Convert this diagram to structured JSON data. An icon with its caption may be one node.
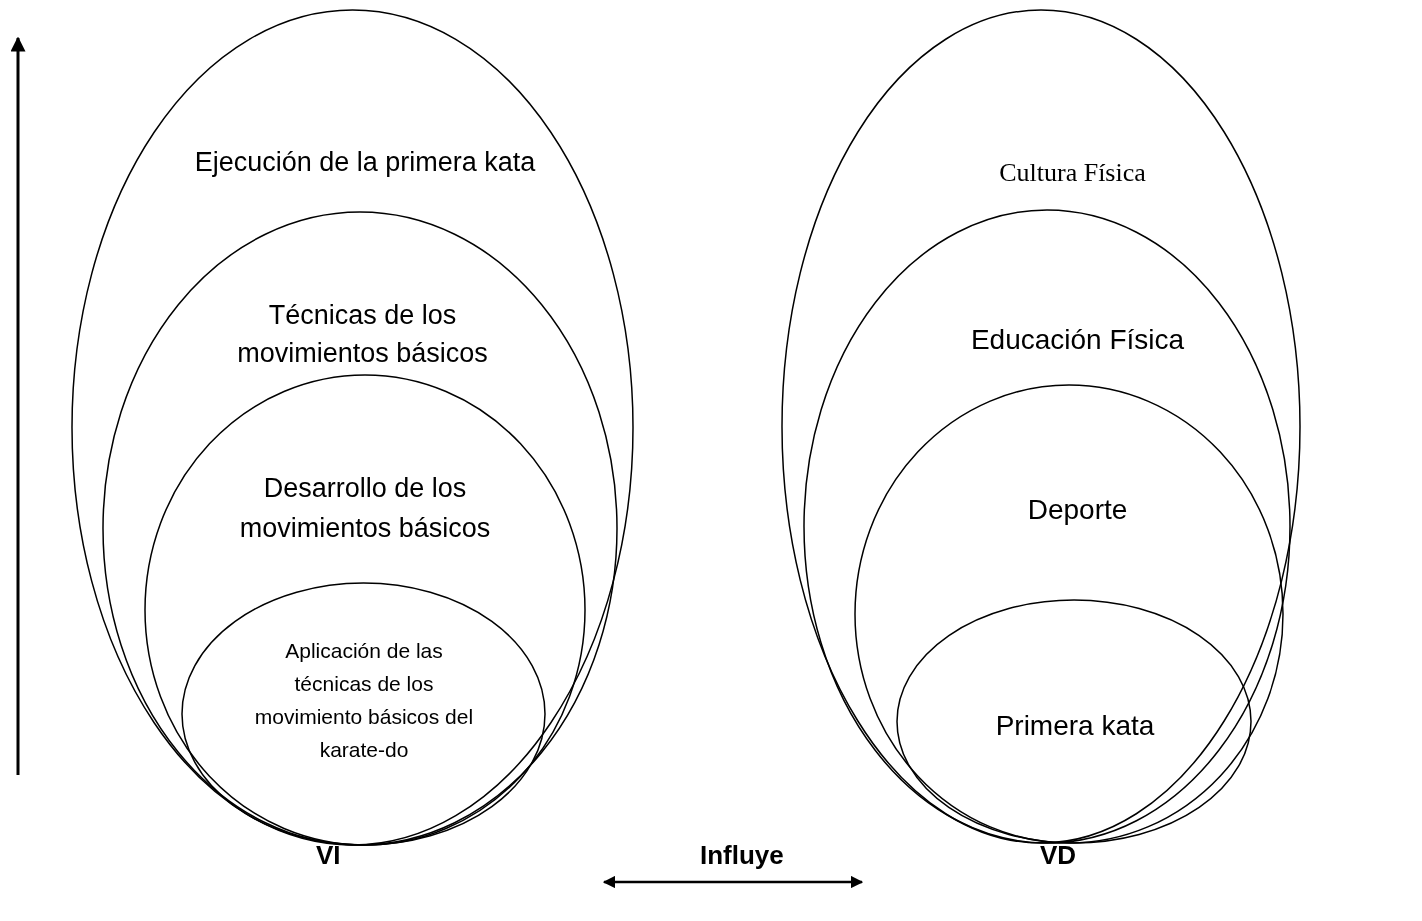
{
  "diagram": {
    "nodes": [
      {
        "text": [
          "Ejecución de la primera kata"
        ]
      },
      {
        "text": [
          "Técnicas de los movimientos básicos"
        ],
        "in": 0
      },
      {
        "text": [
          "Desarrollo de los movimientos básicos"
        ],
        "in": 1
      },
      {
        "text": [
          "Aplicación de las técnicas de los movimiento básicos del karate-do"
        ],
        "in": 2
      },
      {
        "text": [
          "Cultura Física"
        ]
      },
      {
        "text": [
          "Educación Física"
        ],
        "in": 4
      },
      {
        "text": [
          "Deporte"
        ],
        "in": 5
      },
      {
        "text": [
          "Primera kata"
        ],
        "in": 6
      }
    ],
    "labels": [
      "VI",
      "Influye",
      "VD"
    ]
  }
}
